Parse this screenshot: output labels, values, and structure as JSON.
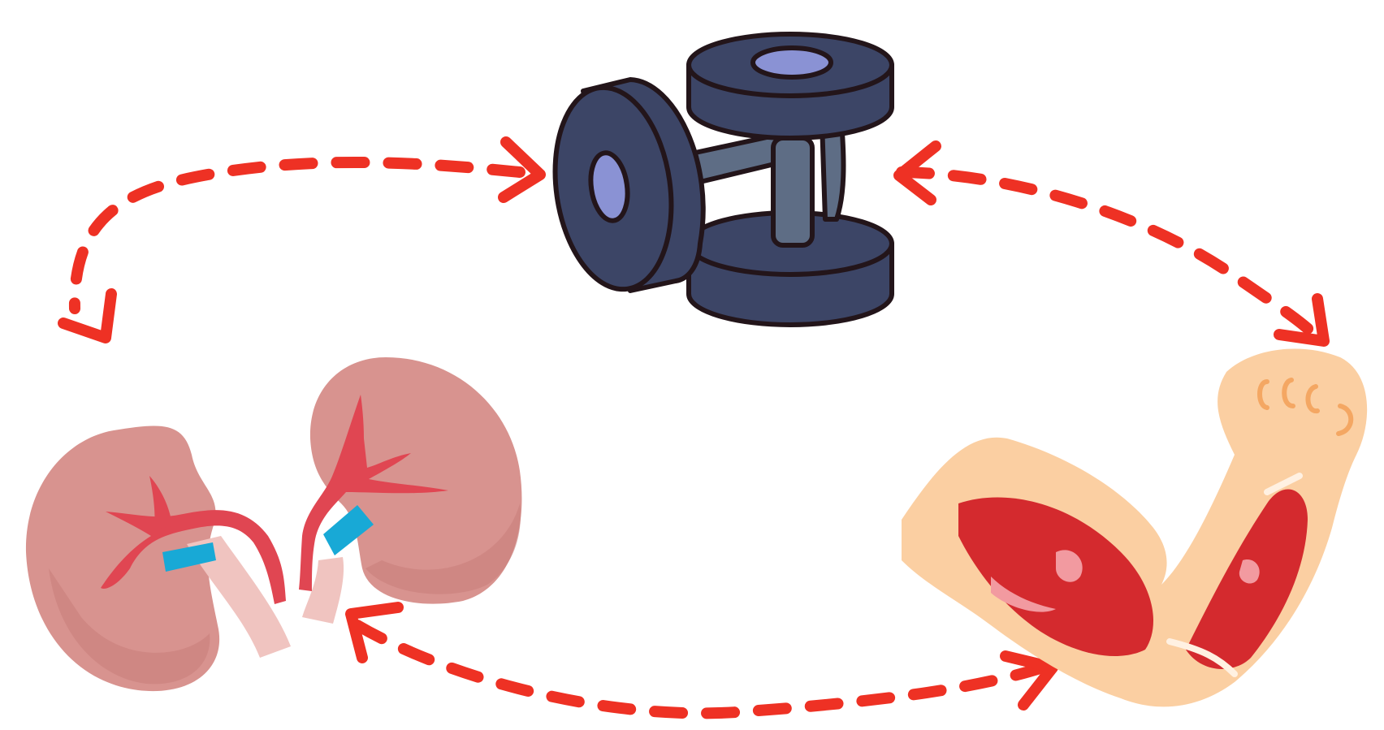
{
  "diagram": {
    "nodes": [
      {
        "id": "dumbbell",
        "icon": "dumbbell-icon"
      },
      {
        "id": "kidneys",
        "icon": "kidneys-icon"
      },
      {
        "id": "arm-muscles",
        "icon": "arm-muscles-icon"
      }
    ],
    "edges": [
      {
        "from": "dumbbell",
        "to": "kidneys",
        "style": "dashed",
        "arrows": "both"
      },
      {
        "from": "dumbbell",
        "to": "arm-muscles",
        "style": "dashed",
        "arrows": "both"
      },
      {
        "from": "kidneys",
        "to": "arm-muscles",
        "style": "dashed",
        "arrows": "both"
      }
    ]
  },
  "colors": {
    "arrow": "#ee3124",
    "dumbbell_plate": "#3c4566",
    "dumbbell_handle": "#5e6d85",
    "dumbbell_hole": "#8a92d4",
    "outline": "#23151a",
    "kidney": "#d8938f",
    "kidney_shade": "#c97f7c",
    "artery": "#e04652",
    "vein": "#18a9d6",
    "ureter": "#f0c4c0",
    "skin": "#fbcfa2",
    "muscle": "#d42a2e",
    "muscle_light": "#f29aa0"
  }
}
